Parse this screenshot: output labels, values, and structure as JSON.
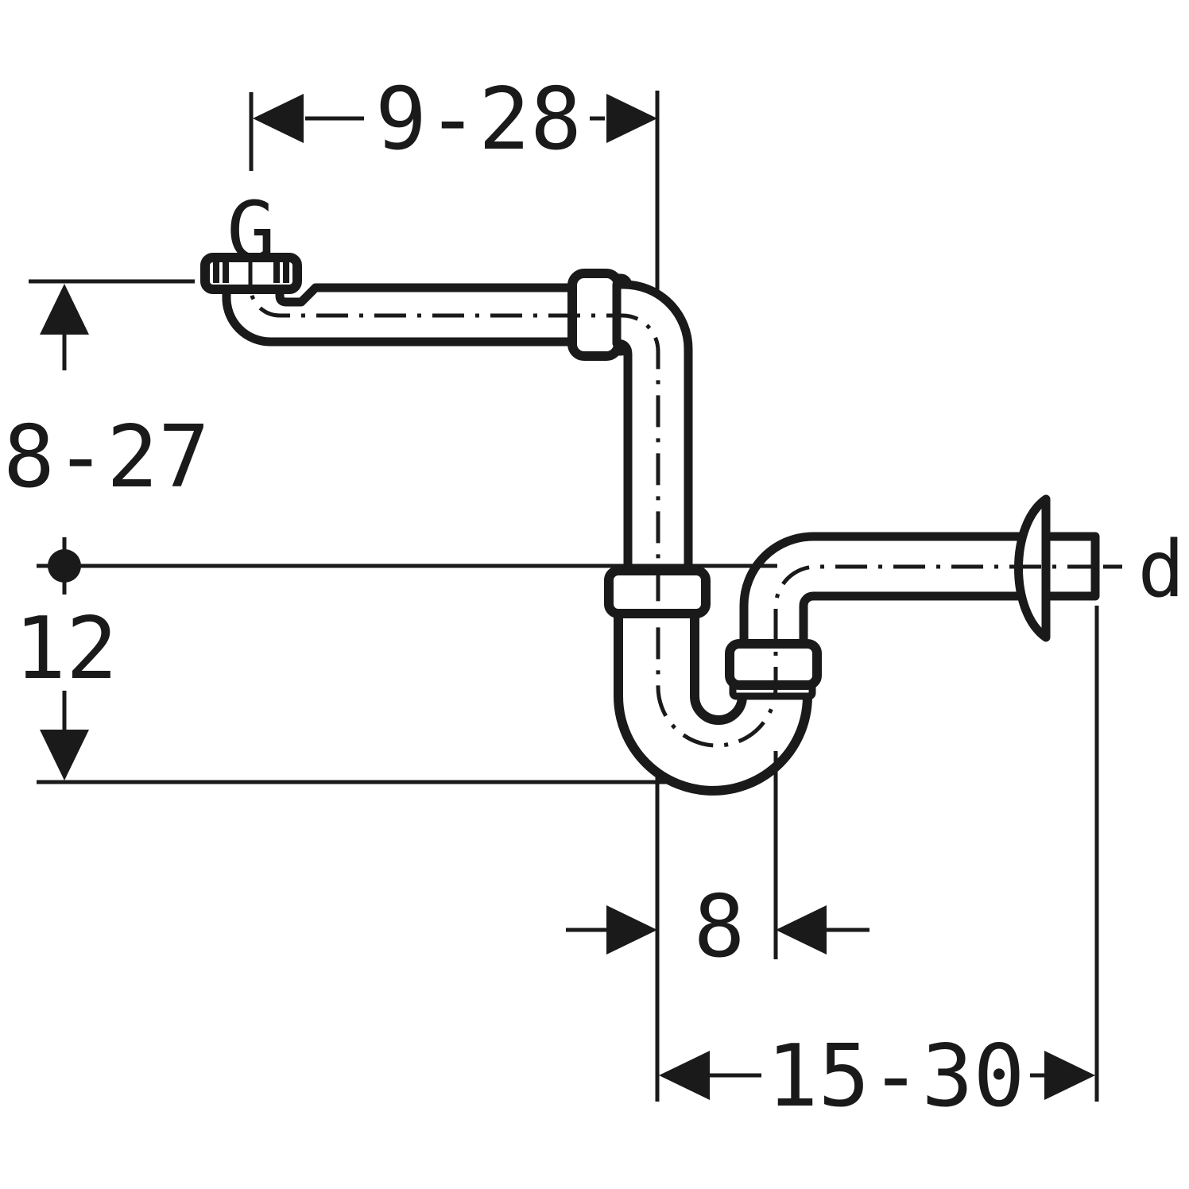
{
  "figure": {
    "background_color": "#ffffff",
    "line_color": "#1a1a1a"
  },
  "labels": {
    "inlet_thread": "G",
    "outlet_diameter": "d"
  },
  "dimensions": {
    "top_width": "9-28",
    "left_height": "8-27",
    "left_drop": "12",
    "center_offset": "8",
    "bottom_width": "15-30"
  }
}
